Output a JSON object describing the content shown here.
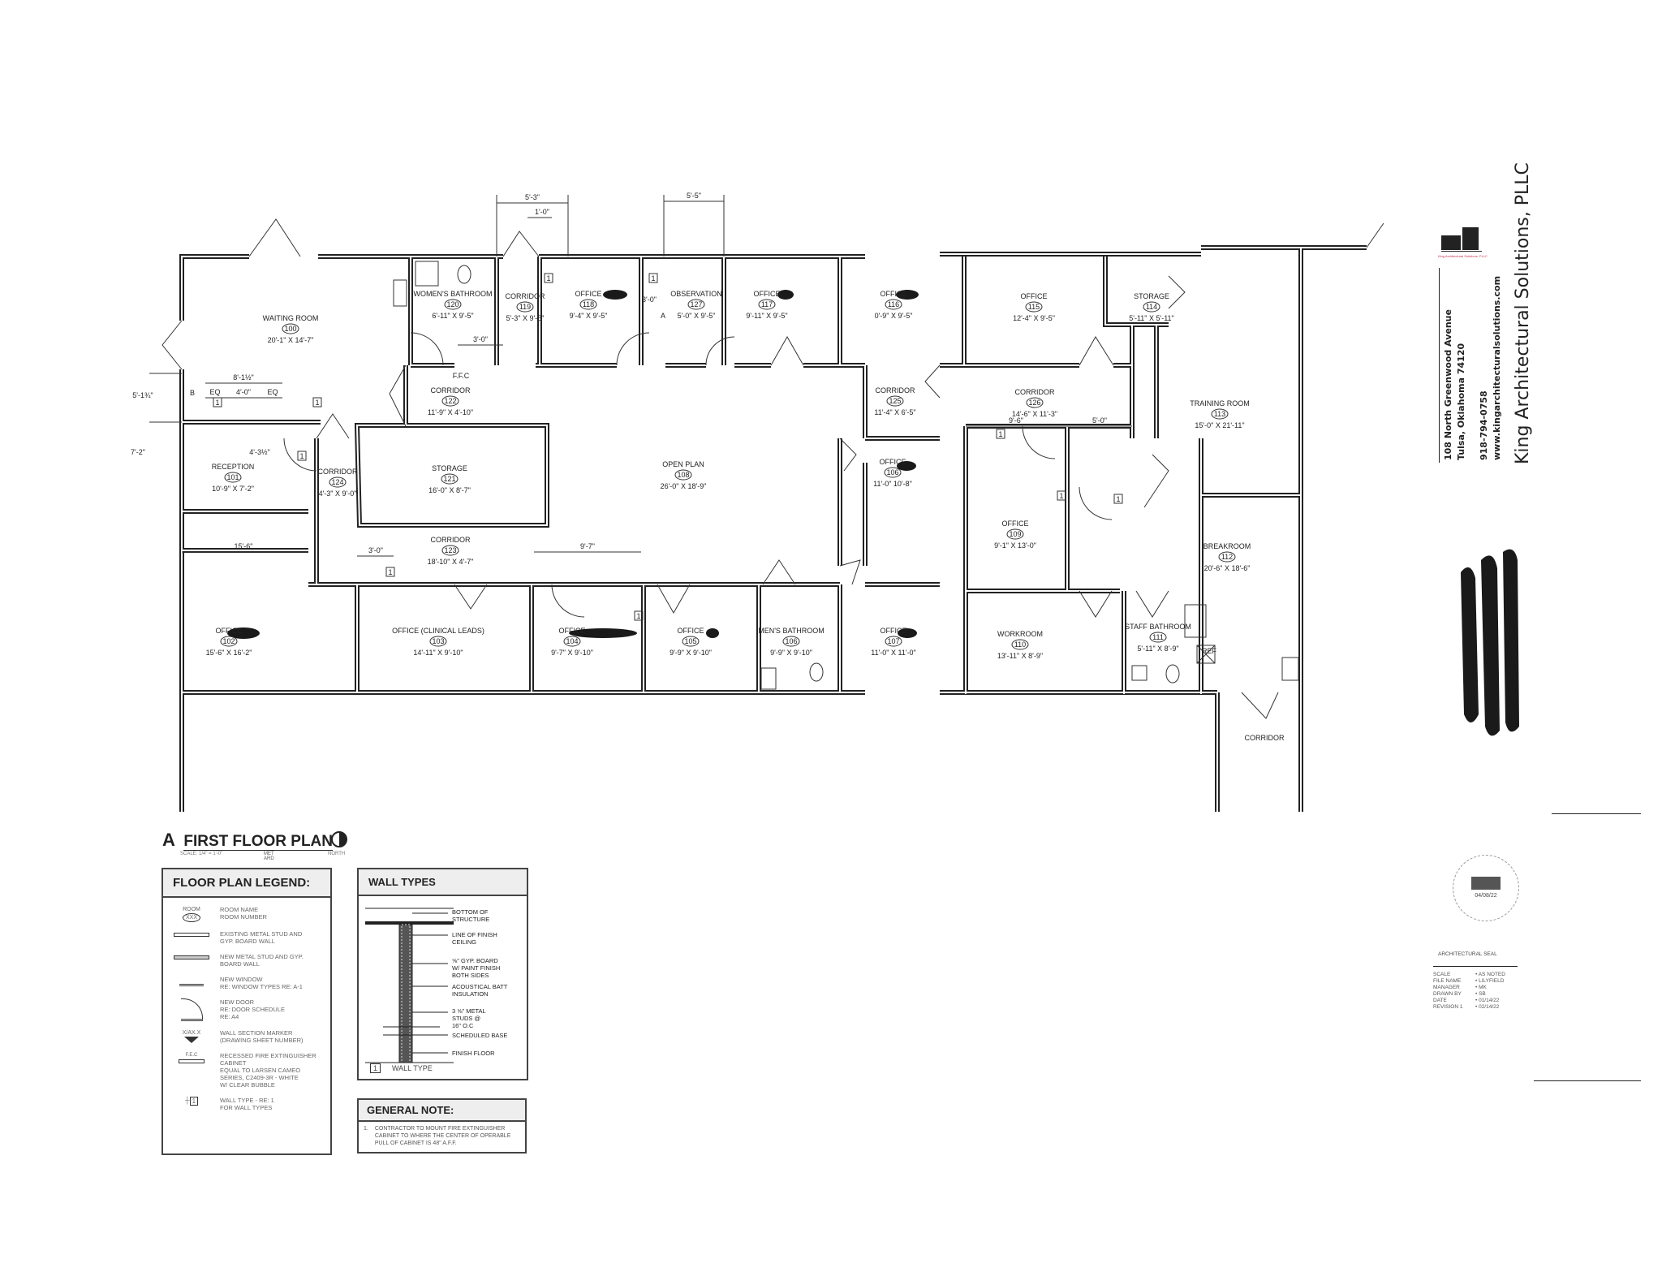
{
  "plan": {
    "rooms": [
      {
        "name": "WAITING ROOM",
        "number": "100",
        "dims": "20'-1\" X 14'-7\""
      },
      {
        "name": "WOMEN'S BATHROOM",
        "number": "120",
        "dims": "6'-11\" X 9'-5\""
      },
      {
        "name": "CORRIDOR",
        "number": "119",
        "dims": "5'-3\" X 9'-5\""
      },
      {
        "name": "OFFICE",
        "number": "118",
        "dims": "9'-4\" X 9'-5\""
      },
      {
        "name": "OBSERVATION",
        "number": "127",
        "dims": "5'-0\" X 9'-5\""
      },
      {
        "name": "OFFICE",
        "number": "117",
        "dims": "9'-11\" X 9'-5\""
      },
      {
        "name": "OFFICE",
        "number": "116",
        "dims": "0'-9\" X 9'-5\""
      },
      {
        "name": "OFFICE",
        "number": "115",
        "dims": "12'-4\" X 9'-5\""
      },
      {
        "name": "STORAGE",
        "number": "114",
        "dims": "5'-11\" X 5'-11\""
      },
      {
        "name": "CORRIDOR",
        "number": "122",
        "dims": "11'-9\" X 4'-10\""
      },
      {
        "name": "CORRIDOR",
        "number": "125",
        "dims": "11'-4\" X 6'-5\""
      },
      {
        "name": "CORRIDOR",
        "number": "126",
        "dims": "14'-6\" X 11'-3\""
      },
      {
        "name": "TRAINING ROOM",
        "number": "113",
        "dims": "15'-0\" X 21'-11\""
      },
      {
        "name": "RECEPTION",
        "number": "101",
        "dims": "10'-9\" X 7'-2\""
      },
      {
        "name": "CORRIDOR",
        "number": "124",
        "dims": "4'-3\" X 9'-0\""
      },
      {
        "name": "STORAGE",
        "number": "121",
        "dims": "16'-0\" X 8'-7\""
      },
      {
        "name": "OPEN PLAN",
        "number": "108",
        "dims": "26'-0\" X 18'-9\""
      },
      {
        "name": "OFFICE",
        "number": "106",
        "dims": "11'-0\"   10'-8\""
      },
      {
        "name": "OFFICE",
        "number": "109",
        "dims": "9'-1\" X 13'-0\""
      },
      {
        "name": "BREAKROOM",
        "number": "112",
        "dims": "20'-6\" X 18'-6\""
      },
      {
        "name": "CORRIDOR",
        "number": "123",
        "dims": "18'-10\" X 4'-7\""
      },
      {
        "name": "OFFICE",
        "number": "102",
        "dims": "15'-6\" X 16'-2\""
      },
      {
        "name": "OFFICE (CLINICAL LEADS)",
        "number": "103",
        "dims": "14'-11\" X 9'-10\""
      },
      {
        "name": "OFFICE",
        "number": "104",
        "dims": "9'-7\" X 9'-10\""
      },
      {
        "name": "OFFICE",
        "number": "105",
        "dims": "9'-9\" X 9'-10\""
      },
      {
        "name": "MEN'S BATHROOM",
        "number": "106",
        "dims": "9'-9\" X 9'-10\""
      },
      {
        "name": "OFFICE",
        "number": "107",
        "dims": "11'-0\" X 11'-0\""
      },
      {
        "name": "WORKROOM",
        "number": "110",
        "dims": "13'-11\" X 8'-9\""
      },
      {
        "name": "STAFF BATHROOM",
        "number": "111",
        "dims": "5'-11\" X 8'-9\""
      },
      {
        "name": "CORRIDOR",
        "number": "",
        "dims": ""
      }
    ],
    "dimensions": [
      "5'-3\"",
      "1'-0\"",
      "5'-5\"",
      "8'-1½\"",
      "EQ",
      "4'-0\"",
      "EQ",
      "3'-0\"",
      "15'-6\"",
      "3'-0\"",
      "9'-7\"",
      "9'-6\"",
      "5'-0\"",
      "7'-2\"",
      "4'-3½\"",
      "5'-1¾\"",
      "3'-0\""
    ],
    "markers": {
      "wall_type": "1",
      "window_a": "A",
      "window_b": "B",
      "ffc": "F.F.C",
      "ref": "REF"
    }
  },
  "title": {
    "letter": "A",
    "text": "FIRST FLOOR PLAN",
    "scale": "SCALE: 1/4\" = 1'-0\"",
    "sub": "MET ARD",
    "north": "NORTH"
  },
  "legend": {
    "heading": "FLOOR PLAN LEGEND:",
    "room_symbol": "ROOM",
    "room_symbol_num": "XXX",
    "items": [
      "ROOM NAME\nROOM NUMBER",
      "EXISTING METAL STUD AND\nGYP. BOARD WALL",
      "NEW METAL STUD AND GYP.\nBOARD WALL",
      "NEW WINDOW\nRE: WINDOW TYPES RE: A-1",
      "NEW DOOR\nRE: DOOR SCHEDULE\nRE: A4",
      "WALL SECTION MARKER\n(DRAWING SHEET NUMBER)",
      "RECESSED FIRE EXTINGUISHER\nCABINET\nEQUAL TO LARSEN CAMEO\nSERIES, C2409-3R - WHITE\nW/ CLEAR BUBBLE",
      "WALL TYPE - RE: 1\nFOR WALL TYPES"
    ],
    "section_marker": "X/AX.X",
    "ffc": "F.E.C",
    "wall_tag": "1"
  },
  "wall_types": {
    "heading": "WALL TYPES",
    "notes": [
      "BOTTOM OF\nSTRUCTURE",
      "LINE OF FINISH\nCEILING",
      "⅝\" GYP. BOARD\nW/ PAINT FINISH\nBOTH SIDES",
      "ACOUSTICAL BATT\nINSULATION",
      "3 ⅝\" METAL\nSTUDS @\n16\" O.C",
      "SCHEDULED BASE",
      "FINISH FLOOR"
    ],
    "tag": "1",
    "caption": "WALL TYPE"
  },
  "general_note": {
    "heading": "GENERAL NOTE:",
    "number": "1.",
    "text": "CONTRACTOR TO MOUNT FIRE EXTINGUISHER CABINET TO WHERE THE CENTER OF OPERABLE PULL OF CABINET IS 48\" A.F.F."
  },
  "title_block": {
    "firm": "King Architectural Solutions, PLLC",
    "logo_caption": "King Architectural Solutions, PLLC",
    "address1": "108 North Greenwood Avenue",
    "address2": "Tulsa, Oklahoma  74120",
    "phone": "918-794-0758",
    "website": "www.kingarchitecturalsolutions.com",
    "seal_text": "04/08/22",
    "seal_caption": "ARCHITECTURAL SEAL",
    "info": [
      {
        "label": "SCALE",
        "value": "AS NOTED"
      },
      {
        "label": "FILE NAME",
        "value": "LILYFIELD"
      },
      {
        "label": "MANAGER",
        "value": "MK"
      },
      {
        "label": "DRAWN BY",
        "value": "SB"
      },
      {
        "label": "DATE",
        "value": "01/14/22"
      },
      {
        "label": "REVISION 1",
        "value": "02/14/22"
      }
    ]
  },
  "colors": {
    "ink": "#222222",
    "logo_accent": "#c0304a",
    "redaction": "#1a1a1a"
  }
}
